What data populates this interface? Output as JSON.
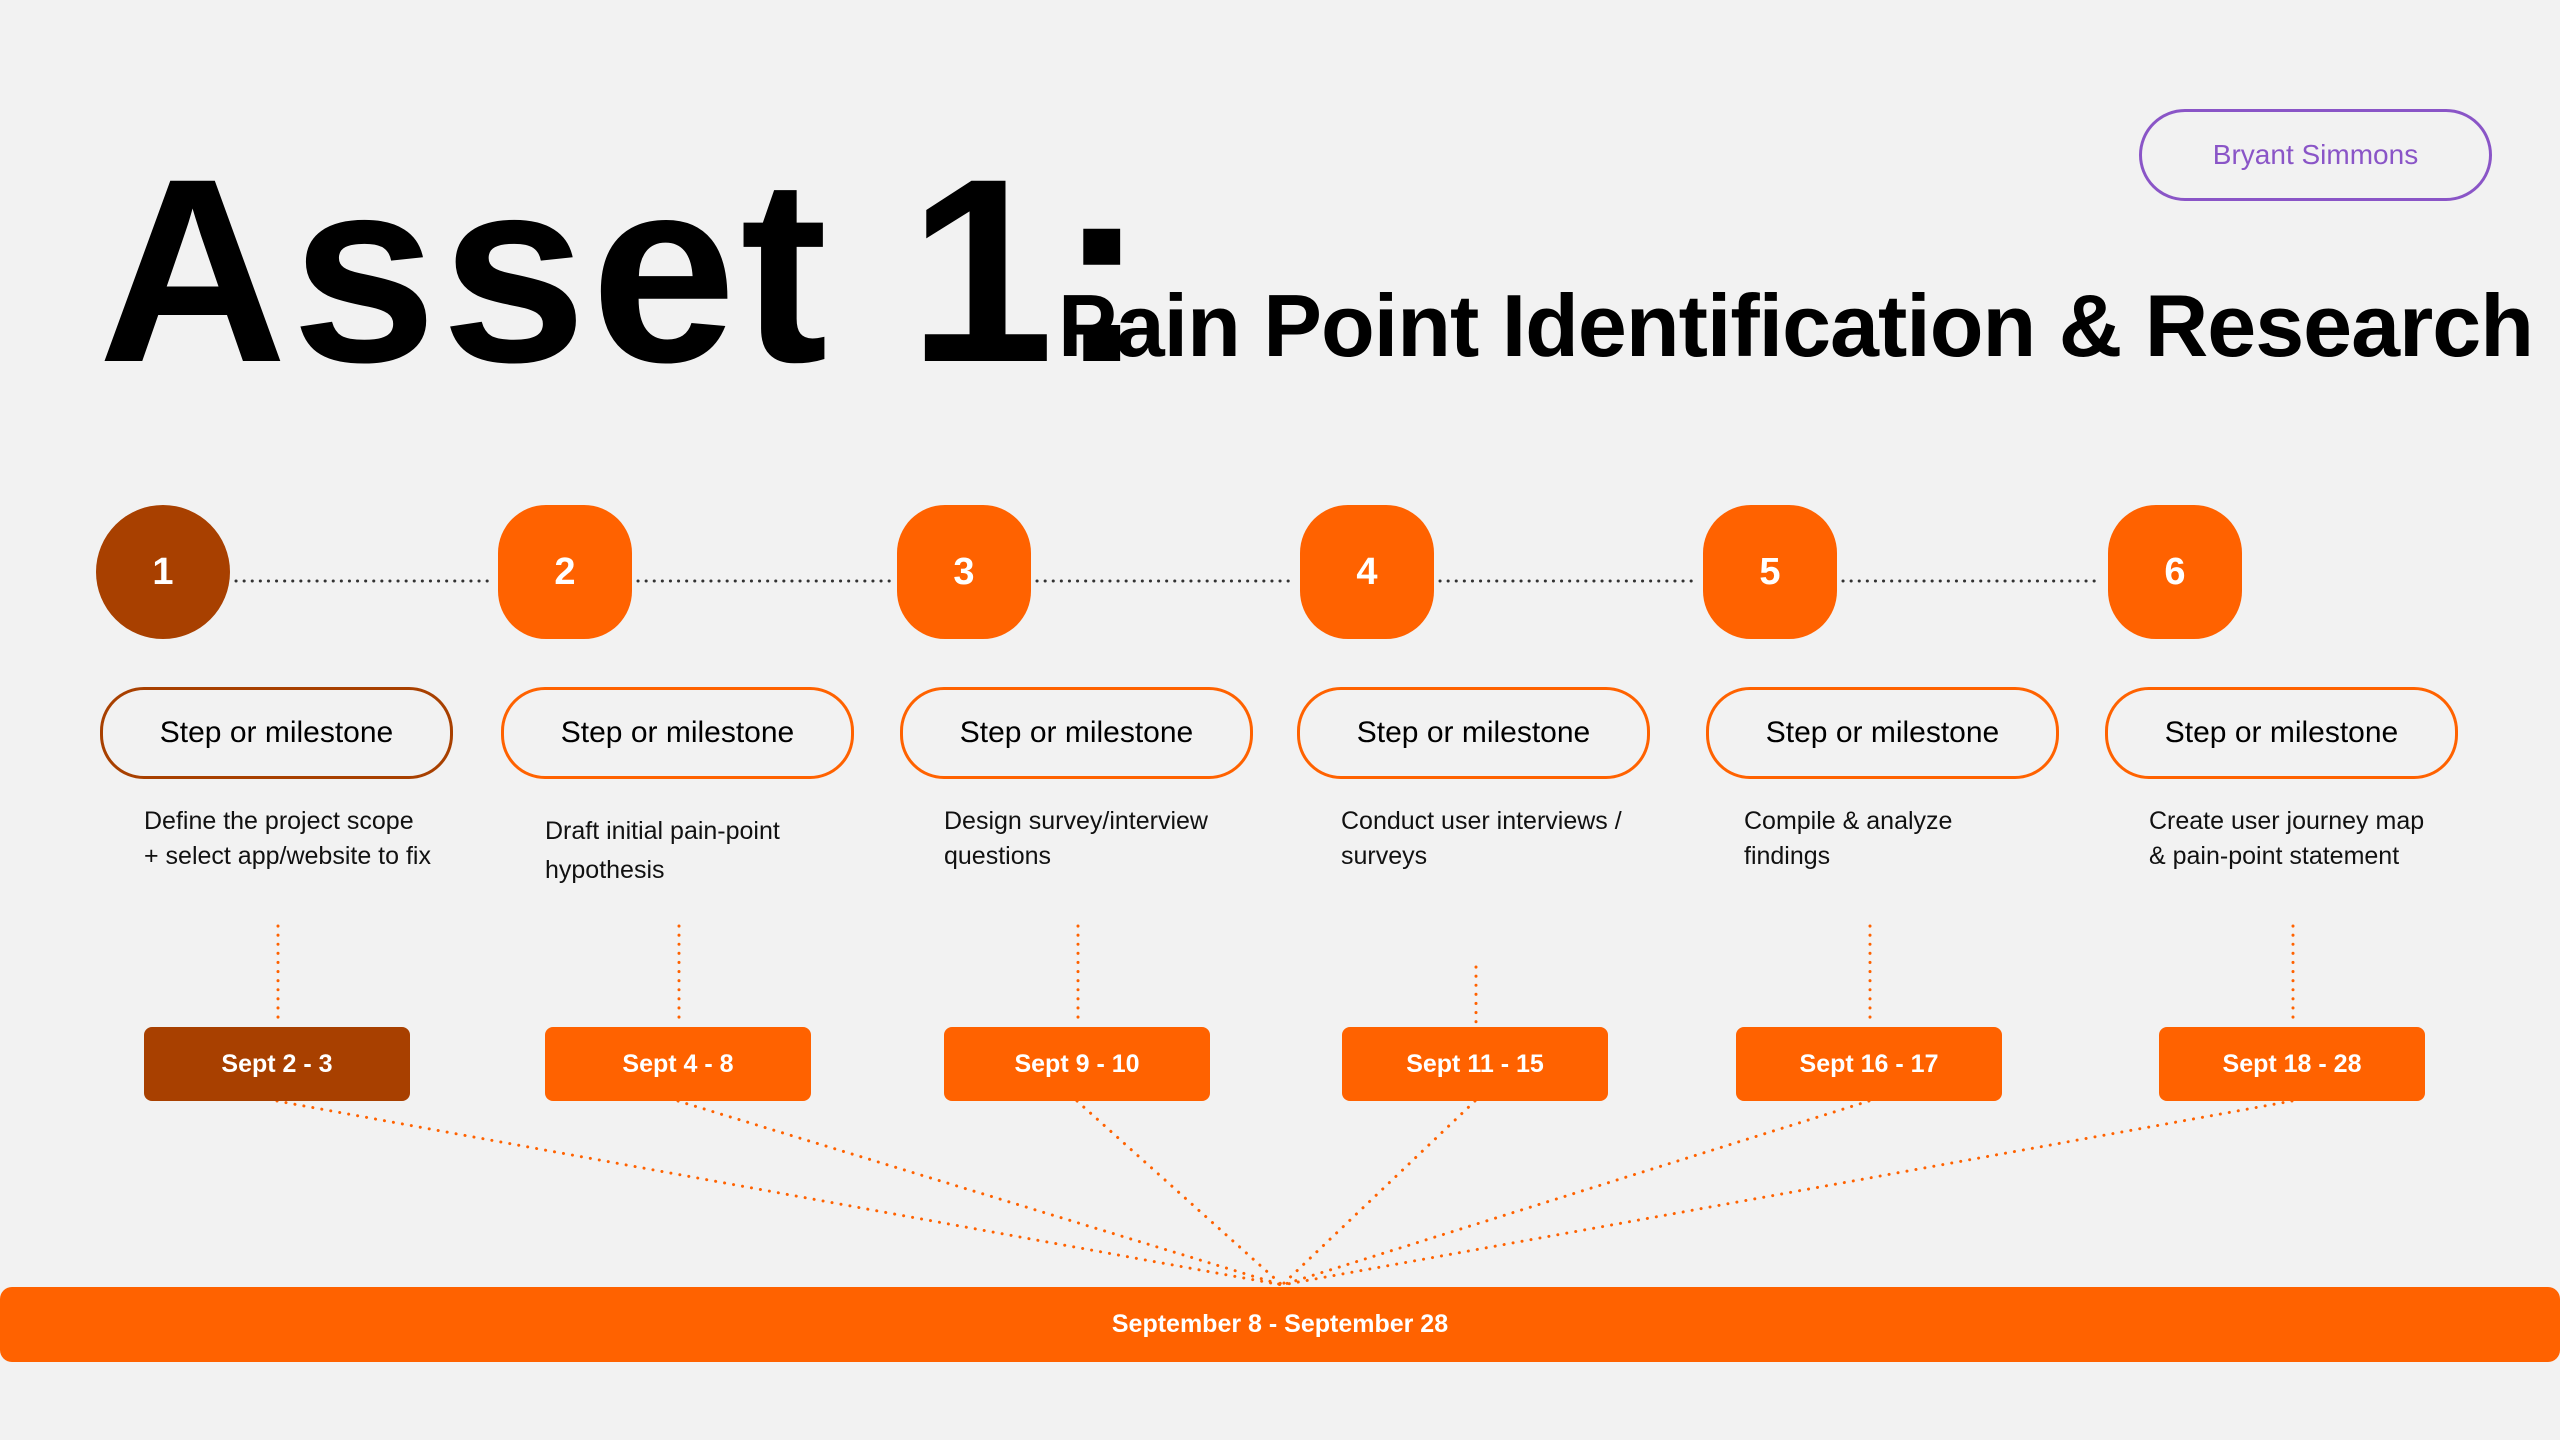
{
  "title": "Asset 1:",
  "subtitle": "Pain Point Identification & Research",
  "author": "Bryant Simmons",
  "colors": {
    "background": "#f2f2f2",
    "accent": "#ff6200",
    "accent_dark": "#a84000",
    "author": "#8a55c7"
  },
  "steps": [
    {
      "number": "1",
      "label": "Step or milestone",
      "description": "Define the project scope + select app/website to fix",
      "date": "Sept 2 - 3"
    },
    {
      "number": "2",
      "label": "Step or milestone",
      "description": "Draft initial pain-point hypothesis",
      "date": "Sept 4 - 8"
    },
    {
      "number": "3",
      "label": "Step or milestone",
      "description": "Design survey/interview questions",
      "date": "Sept 9 - 10"
    },
    {
      "number": "4",
      "label": "Step or milestone",
      "description": "Conduct user interviews / surveys",
      "date": "Sept 11 - 15"
    },
    {
      "number": "5",
      "label": "Step or milestone",
      "description": "Compile & analyze findings",
      "date": "Sept 16 - 17"
    },
    {
      "number": "6",
      "label": "Step or milestone",
      "description": "Create user journey map & pain-point statement",
      "date": "Sept 18 - 28"
    }
  ],
  "timeline_bar": "September 8 - September 28"
}
